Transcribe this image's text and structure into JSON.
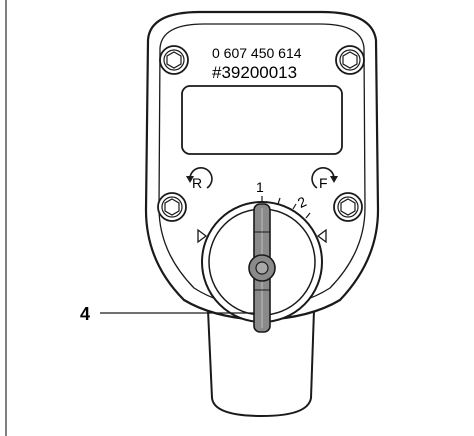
{
  "figure": {
    "part_number": "0 607 450 614",
    "serial_number": "#39200013",
    "reverse_label": "R",
    "forward_label": "F",
    "position_1_label": "1",
    "position_2_label": "2",
    "callout_number": "4"
  },
  "colors": {
    "outline": "#1a1a1a",
    "selector_lever": "#8a8a8a",
    "background": "#ffffff"
  }
}
